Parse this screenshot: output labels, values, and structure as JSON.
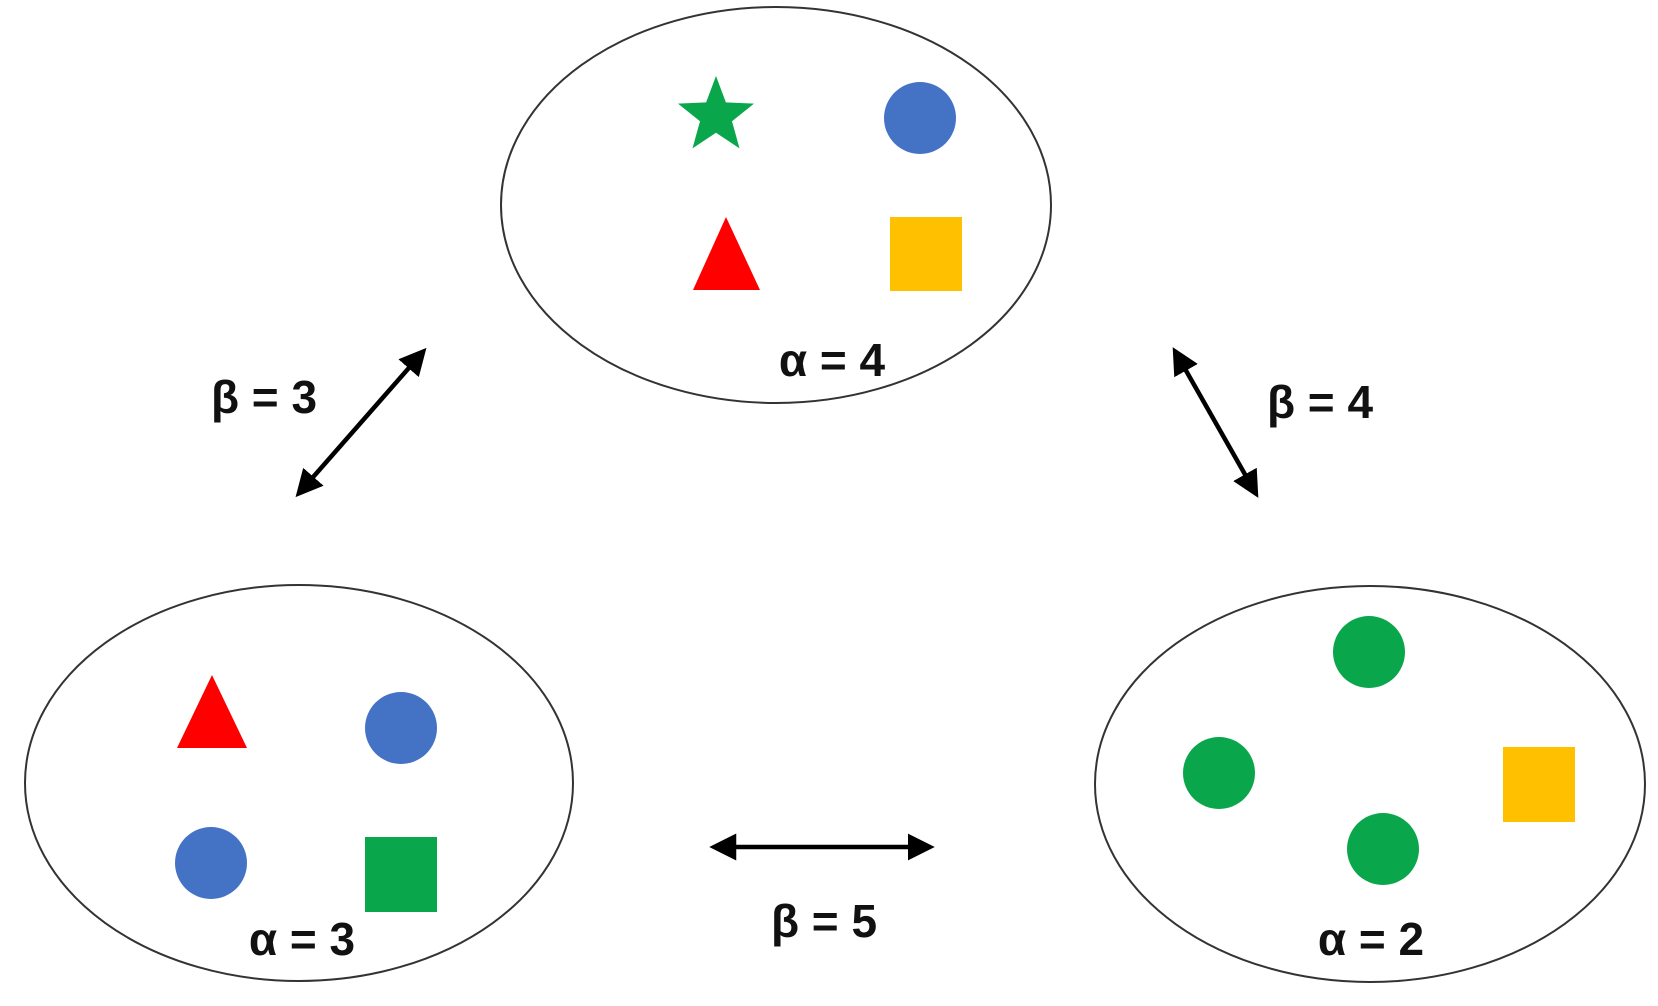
{
  "colors": {
    "green": "#0AA64B",
    "blue": "#4472C4",
    "red": "#FF0000",
    "yellow": "#FFC000",
    "outline": "#333333",
    "arrow": "#000000",
    "text": "#111111"
  },
  "groups": [
    {
      "id": "top",
      "label": "α = 4",
      "shapes": [
        {
          "kind": "star",
          "color": "green"
        },
        {
          "kind": "circle",
          "color": "blue"
        },
        {
          "kind": "triangle",
          "color": "red"
        },
        {
          "kind": "square",
          "color": "yellow"
        }
      ]
    },
    {
      "id": "left",
      "label": "α = 3",
      "shapes": [
        {
          "kind": "triangle",
          "color": "red"
        },
        {
          "kind": "circle",
          "color": "blue"
        },
        {
          "kind": "circle",
          "color": "blue"
        },
        {
          "kind": "square",
          "color": "green"
        }
      ]
    },
    {
      "id": "right",
      "label": "α = 2",
      "shapes": [
        {
          "kind": "circle",
          "color": "green"
        },
        {
          "kind": "circle",
          "color": "green"
        },
        {
          "kind": "square",
          "color": "yellow"
        },
        {
          "kind": "circle",
          "color": "green"
        }
      ]
    }
  ],
  "links": [
    {
      "id": "top-left",
      "label": "β = 3"
    },
    {
      "id": "top-right",
      "label": "β = 4"
    },
    {
      "id": "left-right",
      "label": "β = 5"
    }
  ]
}
